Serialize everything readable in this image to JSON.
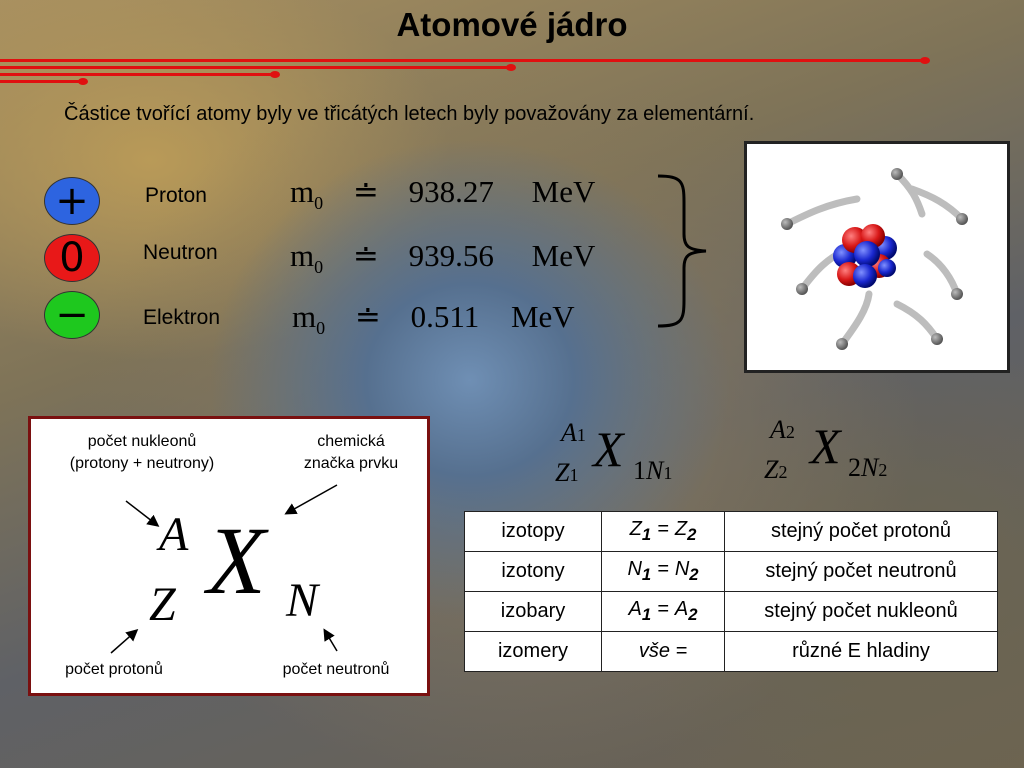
{
  "title": "Atomové jádro",
  "intro": "Částice tvořící atomy byly ve třicátých letech byly považovány za elementární.",
  "particles": [
    {
      "sign": "+",
      "label": "Proton",
      "color": "#2d64e0",
      "mass": "938.27",
      "unit": "MeV",
      "symbol": "m",
      "sub": "0",
      "approx": "≐"
    },
    {
      "sign": "0",
      "label": "Neutron",
      "color": "#e81818",
      "mass": "939.56",
      "unit": "MeV",
      "symbol": "m",
      "sub": "0",
      "approx": "≐"
    },
    {
      "sign": "−",
      "label": "Elektron",
      "color": "#1ec81e",
      "mass": "0.511",
      "unit": "MeV",
      "symbol": "m",
      "sub": "0",
      "approx": "≐"
    }
  ],
  "notation": {
    "nucleon_label_1": "počet nukleonů",
    "nucleon_label_2": "(protony + neutrony)",
    "symbol_label_1": "chemická",
    "symbol_label_2": "značka prvku",
    "proton_label": "počet protonů",
    "neutron_label": "počet neutronů",
    "A": "A",
    "Z": "Z",
    "X": "X",
    "N": "N"
  },
  "pair": {
    "left": {
      "A": "A",
      "a_sub": "1",
      "Z": "Z",
      "z_sub": "1",
      "X": "X",
      "n_pre": "1",
      "N": "N",
      "n_sub": "1"
    },
    "right": {
      "A": "A",
      "a_sub": "2",
      "Z": "Z",
      "z_sub": "2",
      "X": "X",
      "n_pre": "2",
      "N": "N",
      "n_sub": "2"
    }
  },
  "table": [
    {
      "name": "izotopy",
      "l": "Z",
      "lsub": "1",
      "r": "Z",
      "rsub": "2",
      "desc": "stejný počet protonů"
    },
    {
      "name": "izotony",
      "l": "N",
      "lsub": "1",
      "r": "N",
      "rsub": "2",
      "desc": "stejný počet neutronů"
    },
    {
      "name": "izobary",
      "l": "A",
      "lsub": "1",
      "r": "A",
      "rsub": "2",
      "desc": "stejný počet nukleonů"
    },
    {
      "name": "izomery",
      "l": "vše =",
      "lsub": "",
      "r": "",
      "rsub": "",
      "desc": "různé E hladiny"
    }
  ],
  "eq": "="
}
